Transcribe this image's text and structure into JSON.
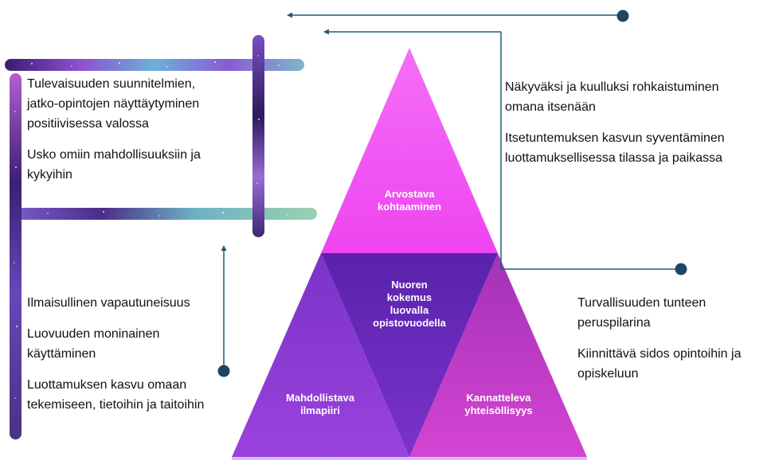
{
  "colors": {
    "top_triangle": "#f24ff5",
    "center_triangle": "#6d2bc0",
    "left_triangle": "#8a38d2",
    "right_triangle": "#c13ac4",
    "connector": "#1f5c6e",
    "dot": "#1c4763"
  },
  "pyramid": {
    "top": [
      "Arvostava",
      "kohtaaminen"
    ],
    "center": [
      "Nuoren",
      "kokemus",
      "luovalla",
      "opistovuodella"
    ],
    "left": [
      "Mahdollistava",
      "ilmapiiri"
    ],
    "right": [
      "Kannatteleva",
      "yhteisöllisyys"
    ]
  },
  "left_upper_text": {
    "item1": [
      "Tulevaisuuden suunnitelmien,",
      "jatko-opintojen näyttäytyminen",
      "positiivisessa valossa"
    ],
    "item2": [
      "Usko omiin mahdollisuuksiin ja",
      "kykyihin"
    ]
  },
  "left_lower_text": {
    "item1": [
      "Ilmaisullinen vapautuneisuus"
    ],
    "item2": [
      "Luovuuden moninainen",
      "käyttäminen"
    ],
    "item3": [
      "Luottamuksen kasvu omaan",
      "tekemiseen, tietoihin ja taitoihin"
    ]
  },
  "right_upper_text": {
    "item1": [
      "Näkyväksi ja kuulluksi rohkaistuminen",
      "omana itsenään"
    ],
    "item2": [
      "Itsetuntemuksen kasvun syventäminen",
      "luottamuksellisessa tilassa ja paikassa"
    ]
  },
  "right_lower_text": {
    "item1": [
      "Turvallisuuden tunteen",
      "peruspilarina"
    ],
    "item2": [
      "Kiinnittävä sidos opintoihin ja",
      "opiskeluun"
    ]
  }
}
